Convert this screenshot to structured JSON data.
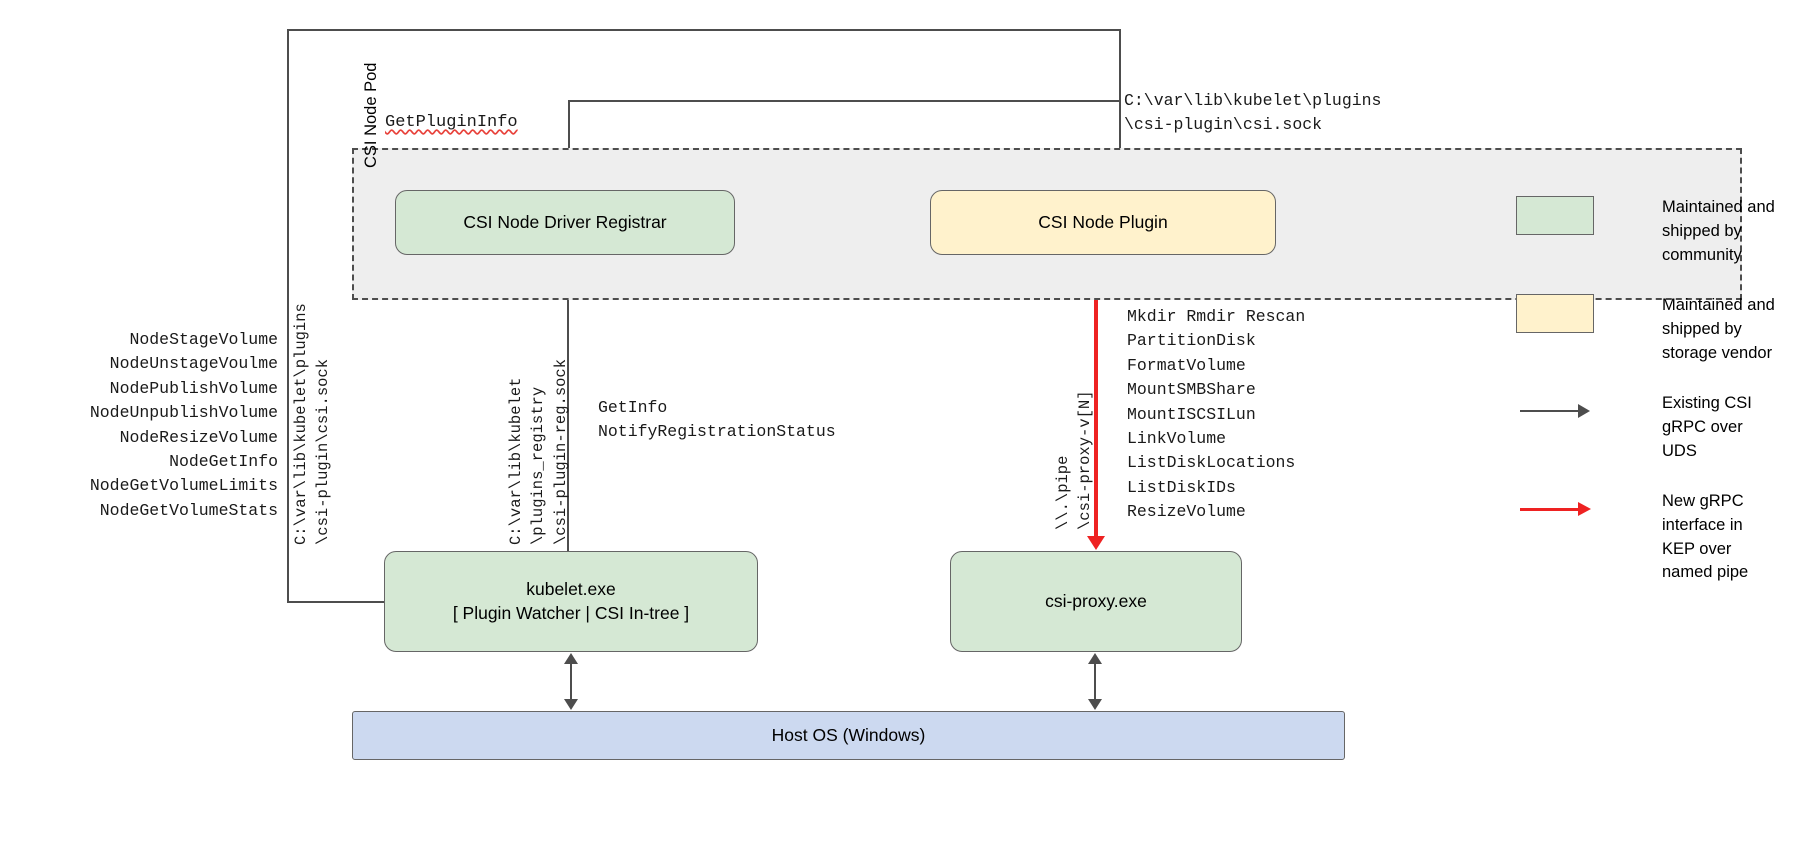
{
  "diagram": {
    "pod": {
      "label": "CSI Node Pod"
    },
    "boxes": {
      "registrar": {
        "label": "CSI Node Driver Registrar"
      },
      "node_plugin": {
        "label": "CSI Node Plugin"
      },
      "kubelet": {
        "line1": "kubelet.exe",
        "line2": "[ Plugin Watcher | CSI In-tree ]"
      },
      "csi_proxy": {
        "label": "csi-proxy.exe"
      },
      "host_os": {
        "label": "Host OS (Windows)"
      }
    },
    "labels": {
      "get_plugin_info": "GetPluginInfo",
      "csi_sock_top": "C:\\var\\lib\\kubelet\\plugins\n\\csi-plugin\\csi.sock",
      "node_api_list": "NodeStageVolume\nNodeUnstageVoulme\nNodePublishVolume\nNodeUnpublishVolume\nNodeResizeVolume\nNodeGetInfo\nNodeGetVolumeLimits\nNodeGetVolumeStats",
      "registrar_api_list": "GetInfo\nNotifyRegistrationStatus",
      "proxy_api_list": "Mkdir Rmdir Rescan\nPartitionDisk\nFormatVolume\nMountSMBShare\nMountISCSILun\nLinkVolume\nListDiskLocations\nListDiskIDs\nResizeVolume",
      "rot_kubelet_csi_sock": "C:\\var\\lib\\kubelet\\plugins\n\\csi-plugin\\csi.sock",
      "rot_kubelet_registry": "C:\\var\\lib\\kubelet\n\\plugins_registry\n\\csi-plugin-reg.sock",
      "rot_named_pipe": "\\\\.\\pipe\n\\csi-proxy-v[N]"
    },
    "legend": [
      {
        "kind": "swatch",
        "color": "#d5e8d4",
        "text": "Maintained and\nshipped by\ncommunity"
      },
      {
        "kind": "swatch",
        "color": "#fff2cc",
        "text": "Maintained and\nshipped by\nstorage vendor"
      },
      {
        "kind": "arrow",
        "color": "#4d4d4d",
        "text": "Existing CSI\ngRPC over\nUDS"
      },
      {
        "kind": "arrow",
        "color": "#ee2222",
        "text": "New gRPC\ninterface in\nKEP over\nnamed pipe"
      }
    ],
    "colors": {
      "community_green": "#d5e8d4",
      "vendor_yellow": "#fff2cc",
      "host_blue": "#ccd9f0",
      "existing_arrow": "#4d4d4d",
      "new_arrow": "#ee2222",
      "pod_background": "#eeeeee"
    }
  }
}
